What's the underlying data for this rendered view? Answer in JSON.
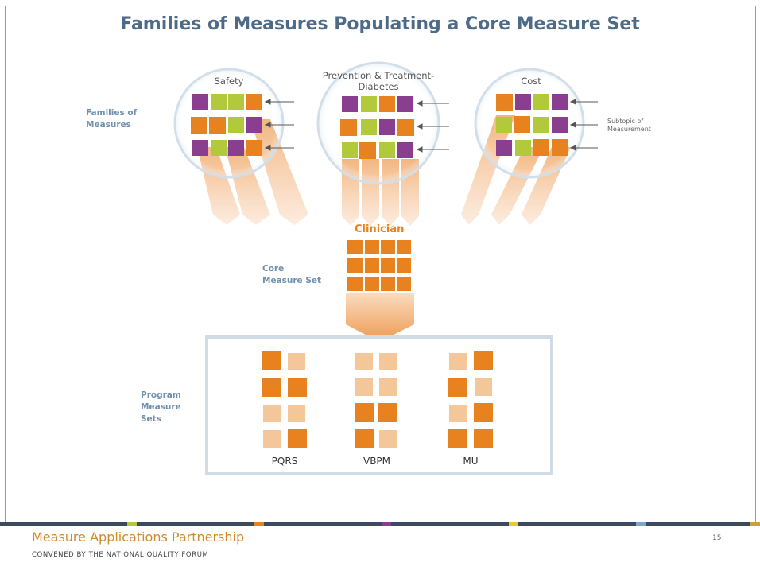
{
  "title": "Families of Measures Populating a Core Measure Set",
  "labels": {
    "families": "Families of Measures",
    "subtopic": "Subtopic of Measurement",
    "clinician": "Clinician",
    "core_set": "Core Measure Set",
    "program_sets": "Program Measure Sets"
  },
  "families": [
    {
      "name": "Safety"
    },
    {
      "name_line1": "Prevention & Treatment-",
      "name_line2": "Diabetes"
    },
    {
      "name": "Cost"
    }
  ],
  "programs": [
    "PQRS",
    "VBPM",
    "MU"
  ],
  "footer": {
    "title": "Measure Applications Partnership",
    "subtitle": "CONVENED BY THE NATIONAL QUALITY FORUM",
    "page": "15"
  },
  "colors": {
    "orange": "#e8821e",
    "light_orange": "#f4c79b",
    "purple": "#8a3e8f",
    "green": "#b3c93c",
    "title": "#4d6a87",
    "label": "#6e8fad"
  }
}
